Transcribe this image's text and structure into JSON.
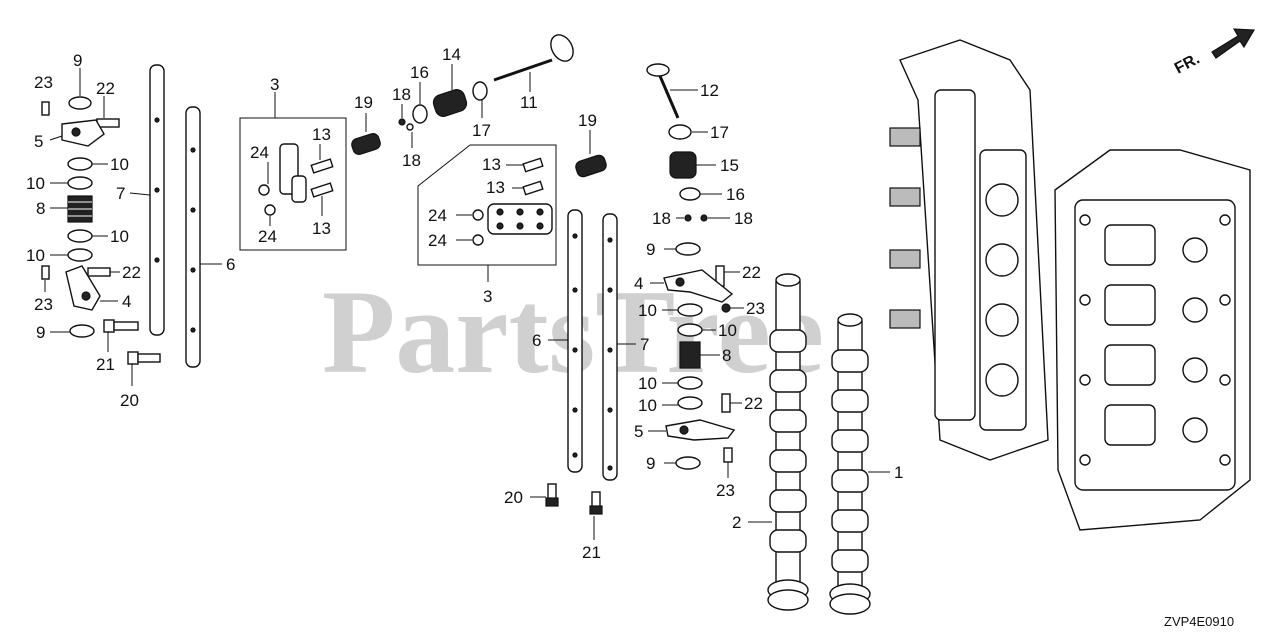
{
  "diagram": {
    "watermark": "PartsTree",
    "diagram_code": "ZVP4E0910",
    "direction_label": "FR.",
    "labels": [
      {
        "id": "l23a",
        "text": "23"
      },
      {
        "id": "l9a",
        "text": "9"
      },
      {
        "id": "l22a",
        "text": "22"
      },
      {
        "id": "l5a",
        "text": "5"
      },
      {
        "id": "l10a",
        "text": "10"
      },
      {
        "id": "l10b",
        "text": "10"
      },
      {
        "id": "l7a",
        "text": "7"
      },
      {
        "id": "l8a",
        "text": "8"
      },
      {
        "id": "l10c",
        "text": "10"
      },
      {
        "id": "l10d",
        "text": "10"
      },
      {
        "id": "l23b",
        "text": "23"
      },
      {
        "id": "l22b",
        "text": "22"
      },
      {
        "id": "l4a",
        "text": "4"
      },
      {
        "id": "l9b",
        "text": "9"
      },
      {
        "id": "l21a",
        "text": "21"
      },
      {
        "id": "l20a",
        "text": "20"
      },
      {
        "id": "l6a",
        "text": "6"
      },
      {
        "id": "l3a",
        "text": "3"
      },
      {
        "id": "l24a",
        "text": "24"
      },
      {
        "id": "l13a",
        "text": "13"
      },
      {
        "id": "l24b",
        "text": "24"
      },
      {
        "id": "l13b",
        "text": "13"
      },
      {
        "id": "l19a",
        "text": "19"
      },
      {
        "id": "l18a",
        "text": "18"
      },
      {
        "id": "l16a",
        "text": "16"
      },
      {
        "id": "l14a",
        "text": "14"
      },
      {
        "id": "l18b",
        "text": "18"
      },
      {
        "id": "l17a",
        "text": "17"
      },
      {
        "id": "l11a",
        "text": "11"
      },
      {
        "id": "l19b",
        "text": "19"
      },
      {
        "id": "l13c",
        "text": "13"
      },
      {
        "id": "l13d",
        "text": "13"
      },
      {
        "id": "l24c",
        "text": "24"
      },
      {
        "id": "l24d",
        "text": "24"
      },
      {
        "id": "l3b",
        "text": "3"
      },
      {
        "id": "l12a",
        "text": "12"
      },
      {
        "id": "l17b",
        "text": "17"
      },
      {
        "id": "l15a",
        "text": "15"
      },
      {
        "id": "l16b",
        "text": "16"
      },
      {
        "id": "l18c",
        "text": "18"
      },
      {
        "id": "l18d",
        "text": "18"
      },
      {
        "id": "l9c",
        "text": "9"
      },
      {
        "id": "l4b",
        "text": "4"
      },
      {
        "id": "l22c",
        "text": "22"
      },
      {
        "id": "l10e",
        "text": "10"
      },
      {
        "id": "l23c",
        "text": "23"
      },
      {
        "id": "l10f",
        "text": "10"
      },
      {
        "id": "l6b",
        "text": "6"
      },
      {
        "id": "l7b",
        "text": "7"
      },
      {
        "id": "l8b",
        "text": "8"
      },
      {
        "id": "l10g",
        "text": "10"
      },
      {
        "id": "l10h",
        "text": "10"
      },
      {
        "id": "l22d",
        "text": "22"
      },
      {
        "id": "l5b",
        "text": "5"
      },
      {
        "id": "l9d",
        "text": "9"
      },
      {
        "id": "l23d",
        "text": "23"
      },
      {
        "id": "l20b",
        "text": "20"
      },
      {
        "id": "l21b",
        "text": "21"
      },
      {
        "id": "l1a",
        "text": "1"
      },
      {
        "id": "l2a",
        "text": "2"
      }
    ]
  }
}
